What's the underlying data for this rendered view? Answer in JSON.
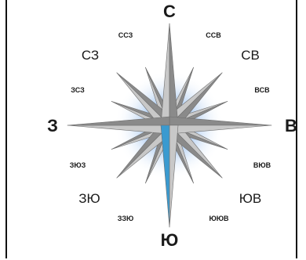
{
  "compass": {
    "cardinal": {
      "n": "С",
      "e": "В",
      "s": "Ю",
      "w": "З"
    },
    "intercardinal": {
      "ne": "СВ",
      "se": "ЮВ",
      "sw": "ЗЮ",
      "nw": "СЗ"
    },
    "secondary": {
      "nne": "ССВ",
      "ene": "ВСВ",
      "ese": "ВЮВ",
      "sse": "ЮЮВ",
      "ssw": "ЗЗЮ",
      "wsw": "ЗЮЗ",
      "wnw": "ЗСЗ",
      "nnw": "ССЗ"
    },
    "colors": {
      "needle_highlight": "#3a9ad0",
      "needle_light": "#c8c8c8",
      "needle_dark": "#8a8a8a",
      "glow": "#8ab4e8"
    }
  }
}
